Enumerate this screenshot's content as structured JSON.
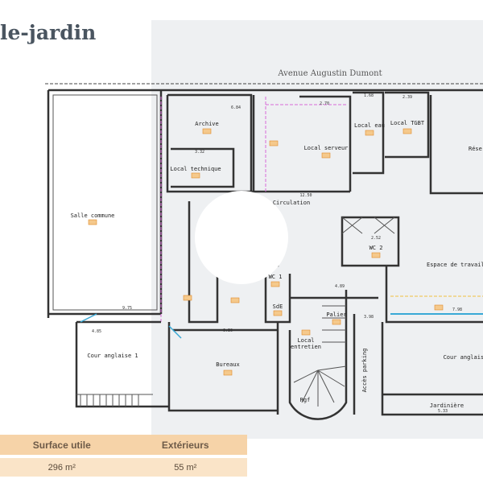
{
  "page_title": "le-jardin",
  "street": "Avenue Augustin Dumont",
  "rooms": {
    "salle_commune": "Salle commune",
    "archive": "Archive",
    "local_technique": "Local technique",
    "local_serveur": "Local serveur",
    "local_eau": "Local eau",
    "local_tgbt": "Local TGBT",
    "reserve": "Réserve",
    "circulation": "Circulation",
    "wc2": "WC 2",
    "espace_travail": "Espace de travail partagé",
    "wc1": "WC 1",
    "sde": "SdE",
    "palier": "Palier",
    "local_entretien_1": "Local",
    "local_entretien_2": "entretien",
    "bureaux": "Bureaux",
    "cour_anglaise_1": "Cour anglaise 1",
    "rgf": "Rgf",
    "acces_parking": "Accès parking",
    "cour_anglaise_2": "Cour anglaise",
    "jardiniere": "Jardinière"
  },
  "dimensions": {
    "d1": "6.84",
    "d2": "2.70",
    "d3": "3.32",
    "d4": "12.50",
    "d5": "4.85",
    "d6": "6.30",
    "d7": "7.98",
    "d8": "9.75",
    "d9": "5.33",
    "d10": "2.52",
    "d11": "4.89",
    "d12": "1.68",
    "d13": "2.39",
    "d14": "3.98"
  },
  "summary": {
    "headers": [
      "Surface utile",
      "Extérieurs"
    ],
    "values": [
      "296 m²",
      "55 m²"
    ]
  }
}
